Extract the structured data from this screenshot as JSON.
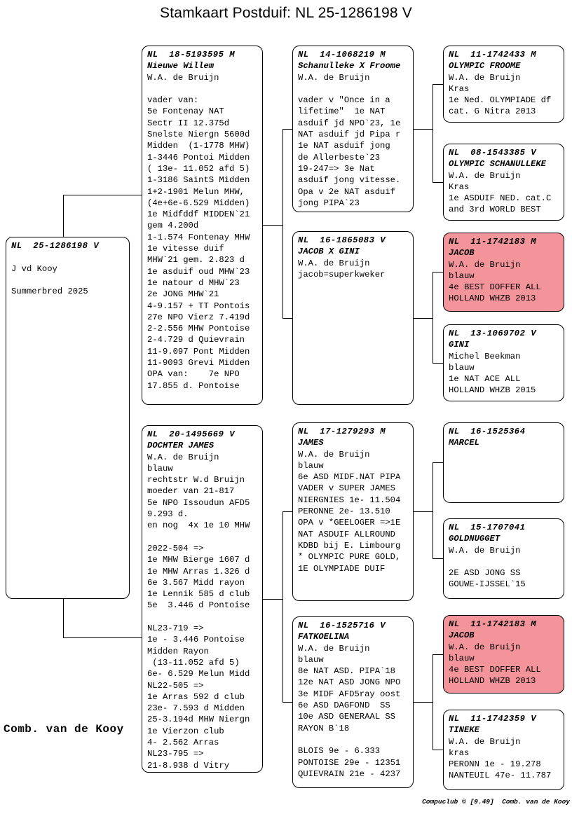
{
  "title": "Stamkaart Postduif: NL  25-1286198 V",
  "breeder_label": "Comb. van de Kooy",
  "footer": "Compuclub © [9.49]  Comb. van de Kooy",
  "highlight_color": "#F29499",
  "boxes": [
    {
      "id": "subject",
      "highlighted": false,
      "lines": [
        "NL  25-1286198 V",
        "",
        "J vd Kooy",
        "",
        "Summerbred 2025"
      ]
    },
    {
      "id": "father",
      "highlighted": false,
      "lines": [
        "NL  18-5193595 M",
        "Nieuwe Willem",
        "W.A. de Bruijn",
        "",
        "vader van:",
        "5e Fontenay NAT",
        "Sectr II 12.375d",
        "Snelste Niergn 5600d",
        "Midden  (1-1778 MHW)",
        "1-3446 Pontoi Midden",
        "( 13e- 11.052 afd 5)",
        "1-3186 SaintS Midden",
        "1+2-1901 Melun MHW,",
        "(4e+6e-6.529 Midden)",
        "1e Midfddf MIDDEN`21",
        "gem 4.200d",
        "1-1.574 Fontenay MHW",
        "1e vitesse duif",
        "MHW`21 gem. 2.823 d",
        "1e asduif oud MHW`23",
        "1e natour d MHW`23",
        "2e JONG MHW`21",
        "4-9.157 + TT Pontois",
        "27e NPO Vierz 7.419d",
        "2-2.556 MHW Pontoise",
        "2-4.729 d Quievrain",
        "11-9.097 Pont Midden",
        "11-9093 Grevi Midden",
        "OPA van:    7e NPO",
        "17.855 d. Pontoise"
      ]
    },
    {
      "id": "mother",
      "highlighted": false,
      "lines": [
        "NL  20-1495669 V",
        "DOCHTER JAMES",
        "W.A. de Bruijn",
        "blauw",
        "rechtstr W.d Bruijn",
        "moeder van 21-817",
        "5e NPO Issoudun AFD5",
        "9.293 d.",
        "en nog  4x 1e 10 MHW",
        "",
        "2022-504 =>",
        "1e MHW Bierge 1607 d",
        "1e MHW Arras 1.326 d",
        "6e 3.567 Midd rayon",
        "1e Lennik 585 d club",
        "5e  3.446 d Pontoise",
        "",
        "NL23-719 =>",
        "1e - 3.446 Pontoise",
        "Midden Rayon",
        " (13-11.052 afd 5)",
        "6e- 6.529 Melun Midd",
        "NL22-505 =>",
        "1e Arras 592 d club",
        "23e- 7.593 d Midden",
        "25-3.194d MHW Niergn",
        "1e Vierzon club",
        "4- 2.562 Arras",
        "NL23-795 =>",
        "21-8.938 d Vitry"
      ]
    },
    {
      "id": "ff",
      "highlighted": false,
      "lines": [
        "NL  14-1068219 M",
        "Schanulleke X Froome",
        "W.A. de Bruijn",
        "",
        "vader v \"Once in a",
        "lifetime\"  1e NAT",
        "asduif jd NPO`23, 1e",
        "NAT asduif jd Pipa r",
        "1e NAT asduif jong",
        "de Allerbeste`23",
        "19-247=> 3e Nat",
        "asduif jong vitesse.",
        "Opa v 2e NAT asduif",
        "jong PIPA`23"
      ]
    },
    {
      "id": "fm",
      "highlighted": false,
      "lines": [
        "NL  16-1865083 V",
        "JACOB X GINI",
        "W.A. de Bruijn",
        "jacob=superkweker"
      ]
    },
    {
      "id": "mf",
      "highlighted": false,
      "lines": [
        "NL  17-1279293 M",
        "JAMES",
        "W.A. de Bruijn",
        "blauw",
        "6e ASD MIDF.NAT PIPA",
        "VADER v SUPER JAMES",
        "NIERGNIES 1e- 11.504",
        "PERONNE 2e- 13.510",
        "OPA v *GEELOGER =>1E",
        "NAT ASDUIF ALLROUND",
        "KDBD bij E. Limbourg",
        "* OLYMPIC PURE GOLD,",
        "1E OLYMPIADE DUIF"
      ]
    },
    {
      "id": "mm",
      "highlighted": false,
      "lines": [
        "NL  16-1525716 V",
        "FATKOELINA",
        "W.A. de Bruijn",
        "blauw",
        "8e NAT ASD. PIPA`18",
        "12e NAT ASD JONG NPO",
        "3e MIDF AFD5ray oost",
        "6e ASD DAGFOND  SS",
        "10e ASD GENERAAL SS",
        "RAYON B`18",
        "",
        "BLOIS 9e - 6.333",
        "PONTOISE 29e - 12351",
        "QUIEVRAIN 21e - 4237"
      ]
    },
    {
      "id": "fff",
      "highlighted": false,
      "lines": [
        "NL  11-1742433 M",
        "OLYMPIC FROOME",
        "W.A. de Bruijn",
        "Kras",
        "1e Ned. OLYMPIADE df",
        "cat. G Nitra 2013"
      ]
    },
    {
      "id": "ffm",
      "highlighted": false,
      "lines": [
        "NL  08-1543385 V",
        "OLYMPIC SCHANULLEKE",
        "W.A. de Bruijn",
        "Kras",
        "1e ASDUIF NED. cat.C",
        "and 3rd WORLD BEST"
      ]
    },
    {
      "id": "fmf",
      "highlighted": true,
      "lines": [
        "NL  11-1742183 M",
        "JACOB",
        "W.A. de Bruijn",
        "blauw",
        "4e BEST DOFFER ALL",
        "HOLLAND WHZB 2013"
      ]
    },
    {
      "id": "fmm",
      "highlighted": false,
      "lines": [
        "NL  13-1069702 V",
        "GINI",
        "Michel Beekman",
        "blauw",
        "1e NAT ACE ALL",
        "HOLLAND WHZB 2015"
      ]
    },
    {
      "id": "mff",
      "highlighted": false,
      "lines": [
        "NL  16-1525364",
        "MARCEL"
      ]
    },
    {
      "id": "mfm",
      "highlighted": false,
      "lines": [
        "NL  15-1707041",
        "GOLDNUGGET",
        "W.A. de Bruijn",
        "",
        "2E ASD JONG SS",
        "GOUWE-IJSSEL`15"
      ]
    },
    {
      "id": "mmf",
      "highlighted": true,
      "lines": [
        "NL  11-1742183 M",
        "JACOB",
        "W.A. de Bruijn",
        "blauw",
        "4e BEST DOFFER ALL",
        "HOLLAND WHZB 2013"
      ]
    },
    {
      "id": "mmm",
      "highlighted": false,
      "lines": [
        "NL  11-1742359 V",
        "TINEKE",
        "W.A. de Bruijn",
        "kras",
        "PERONN 1e - 19.278",
        "NANTEUIL 47e- 11.787"
      ]
    }
  ]
}
